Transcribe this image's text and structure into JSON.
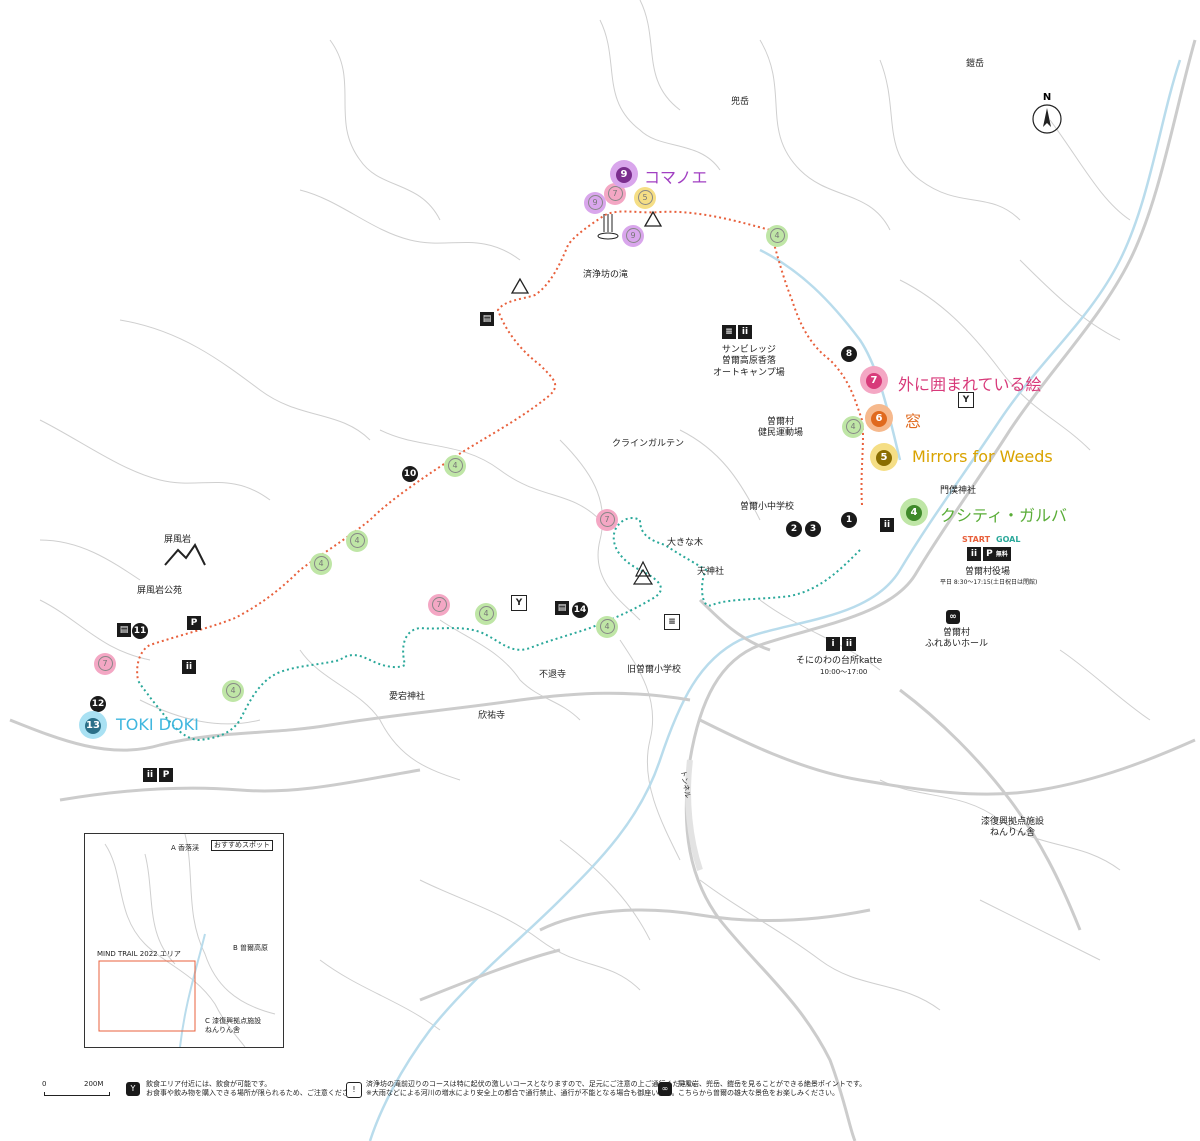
{
  "map": {
    "peaks": {
      "kyudake": "兜岳",
      "yoroidake": "鎧岳",
      "byobuiwa": "屏風岩"
    },
    "compass": "N",
    "places": {
      "waterfall": "済浄坊の滝",
      "sunvillage": "サンビレッジ\n曽爾高原香落\nオートキャンプ場",
      "undojo": "曽爾村\n健民運動場",
      "kleingarten": "クラインガルテン",
      "school": "曽爾小中学校",
      "bigtree": "大きな木",
      "tenjinja": "天神社",
      "monboku": "門僕神社",
      "yakuba": "曽爾村役場",
      "yakuba_hours": "平日 8:30〜17:15(土日祝日は閉館)",
      "start": "START",
      "goal": "GOAL",
      "parking_free": "無料",
      "kitchen": "そにのわの台所katte",
      "kitchen_hours": "10:00〜17:00",
      "fureai": "曽爾村\nふれあいホール",
      "old_school": "旧曽爾小学校",
      "futaiji": "不退寺",
      "atago": "愛宕神社",
      "kinyuji": "欣祐寺",
      "byobuiwa_park": "屏風岩公苑",
      "tunnel": "トンネル",
      "nenrinsha": "漆復興拠点施設\nねんりん舎"
    },
    "artworks": {
      "a9": "コマノエ",
      "a7": "外に囲まれている絵",
      "a6": "窓",
      "a5": "Mirrors for Weeds",
      "a4": "クシティ・ガルバ",
      "a13": "TOKI DOKI"
    },
    "colors": {
      "route_orange": "#e8603c",
      "route_teal": "#2aa89a",
      "a9": "#7b2d8e",
      "a9_light": "#d9a6ec",
      "a7": "#d83a7a",
      "a7_light": "#f4a7c4",
      "a6": "#e06a1e",
      "a6_light": "#f6b98d",
      "a5": "#8a6d00",
      "a5_light": "#f5de85",
      "a4": "#3f8a2a",
      "a4_light": "#bfe6a6",
      "a13": "#2a6f88",
      "a13_light": "#a9e1f3",
      "river": "#b9dcec",
      "road": "#c8c8c8"
    }
  },
  "inset": {
    "tag": "おすすめスポット",
    "a": "A 香落渓",
    "b": "B 曽爾高原",
    "c": "C 漆復興拠点施設\nねんりん舎",
    "area": "MIND TRAIL 2022 エリア"
  },
  "legend": {
    "scale_0": "0",
    "scale_200": "200M",
    "food_text": "飲食エリア付近には、飲食が可能です。\nお食事や飲み物を購入できる場所が限られるため、ご注意ください。",
    "caution_text": "済浄坊の滝前辺りのコースは特に起伏の激しいコースとなりますので、足元にご注意の上ご通行ください。\n※大雨などによる河川の増水により安全上の都合で通行禁止、通行が不能となる場合も御座います。",
    "view_text": "屏風岩、兜岳、鎧岳を見ることができる絶景ポイントです。\nこちらから曽爾の雄大な景色をお楽しみください。"
  }
}
